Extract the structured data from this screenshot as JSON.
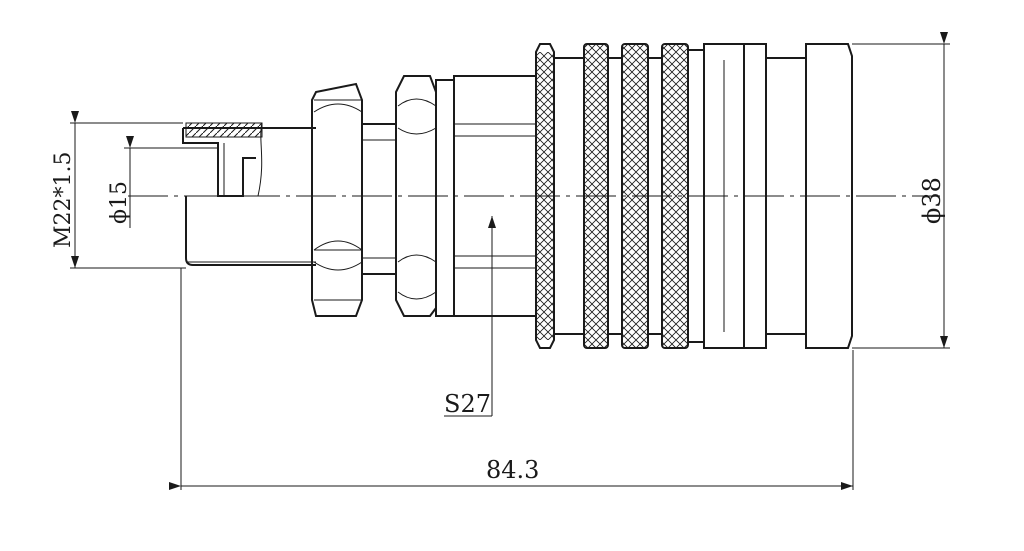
{
  "drawing": {
    "dims": {
      "length": "84.3",
      "outer_diameter": "ϕ38",
      "bore_diameter": "ϕ15",
      "thread": "M22*1.5",
      "hex_size": "S27"
    },
    "colors": {
      "ink": "#1a1a1a",
      "background": "#ffffff"
    }
  }
}
